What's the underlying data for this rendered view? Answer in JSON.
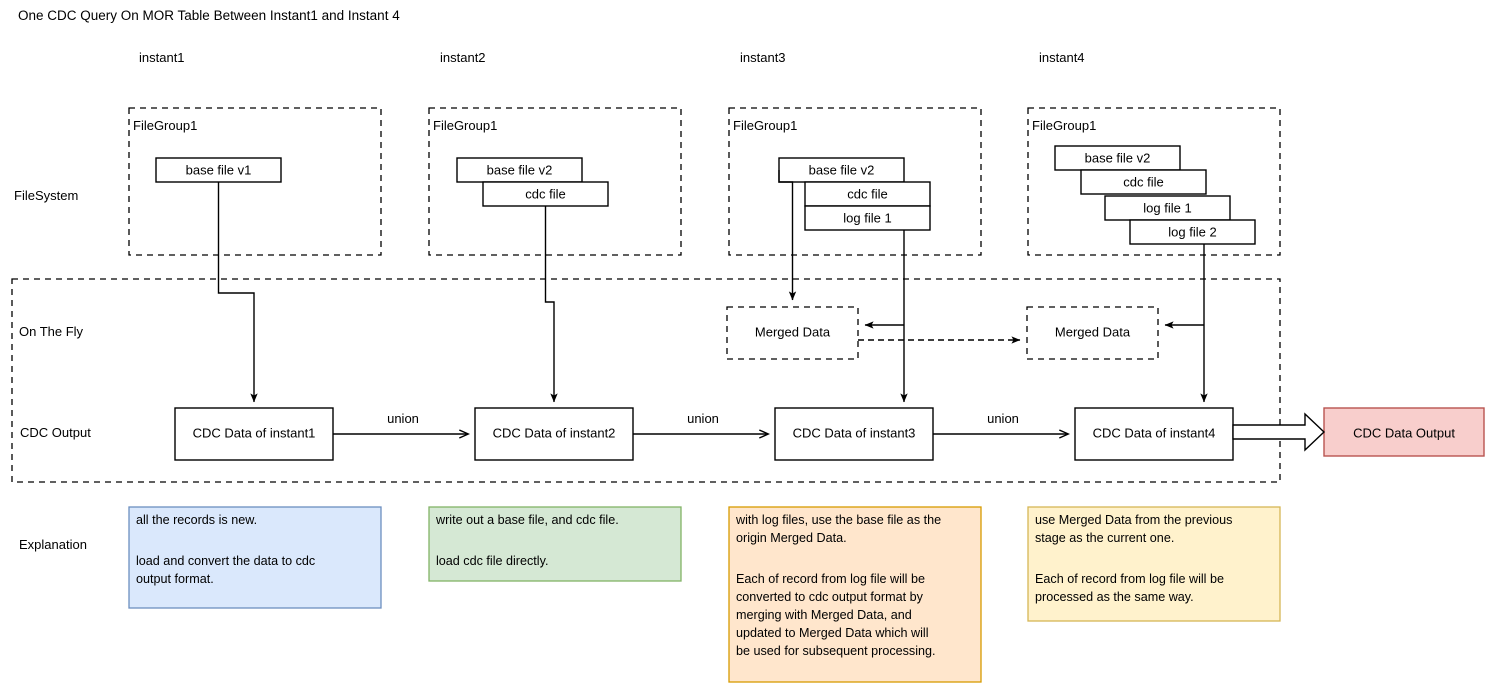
{
  "title": "One CDC Query On MOR Table Between Instant1 and Instant 4",
  "columns": [
    {
      "label": "instant1"
    },
    {
      "label": "instant2"
    },
    {
      "label": "instant3"
    },
    {
      "label": "instant4"
    }
  ],
  "row_labels": {
    "filesystem": "FileSystem",
    "on_the_fly": "On The Fly",
    "cdc_output": "CDC Output",
    "explanation": "Explanation"
  },
  "filesystem": {
    "groups": [
      {
        "group_label": "FileGroup1",
        "files": [
          "base file v1"
        ]
      },
      {
        "group_label": "FileGroup1",
        "files": [
          "base file v2",
          "cdc file"
        ]
      },
      {
        "group_label": "FileGroup1",
        "files": [
          "base file v2",
          "cdc file",
          "log file 1"
        ]
      },
      {
        "group_label": "FileGroup1",
        "files": [
          "base file v2",
          "cdc file",
          "log file 1",
          "log file 2"
        ]
      }
    ]
  },
  "on_the_fly": {
    "merged_data_instant3": "Merged Data",
    "merged_data_instant4": "Merged Data"
  },
  "cdc_output": {
    "nodes": [
      "CDC Data of instant1",
      "CDC Data of instant2",
      "CDC Data of instant3",
      "CDC Data of instant4"
    ],
    "union_labels": [
      "union",
      "union",
      "union"
    ],
    "final_output": "CDC Data Output"
  },
  "explanations": [
    {
      "lines": [
        "all the records is new.",
        "",
        "load and convert the data to cdc",
        "output format."
      ],
      "fill": "#dae8fc",
      "stroke": "#6c8ebf"
    },
    {
      "lines": [
        "write out a base file, and cdc file.",
        "",
        "load cdc file directly."
      ],
      "fill": "#d5e8d4",
      "stroke": "#82b366"
    },
    {
      "lines": [
        "with log files, use the base file as the",
        "origin Merged Data.",
        "",
        "Each of record from log file will be",
        "converted to cdc output format by",
        "merging with Merged Data, and",
        "updated to Merged Data which will",
        "be used for subsequent processing."
      ],
      "fill": "#ffe6cc",
      "stroke": "#d79b00"
    },
    {
      "lines": [
        "use Merged Data from the previous",
        "stage as the current one.",
        "",
        "Each of record from log file will be",
        "processed as the same way."
      ],
      "fill": "#fff2cc",
      "stroke": "#d6b656"
    }
  ],
  "colors": {
    "output_fill": "#f8cecc",
    "output_stroke": "#b85450",
    "line": "#000000"
  }
}
